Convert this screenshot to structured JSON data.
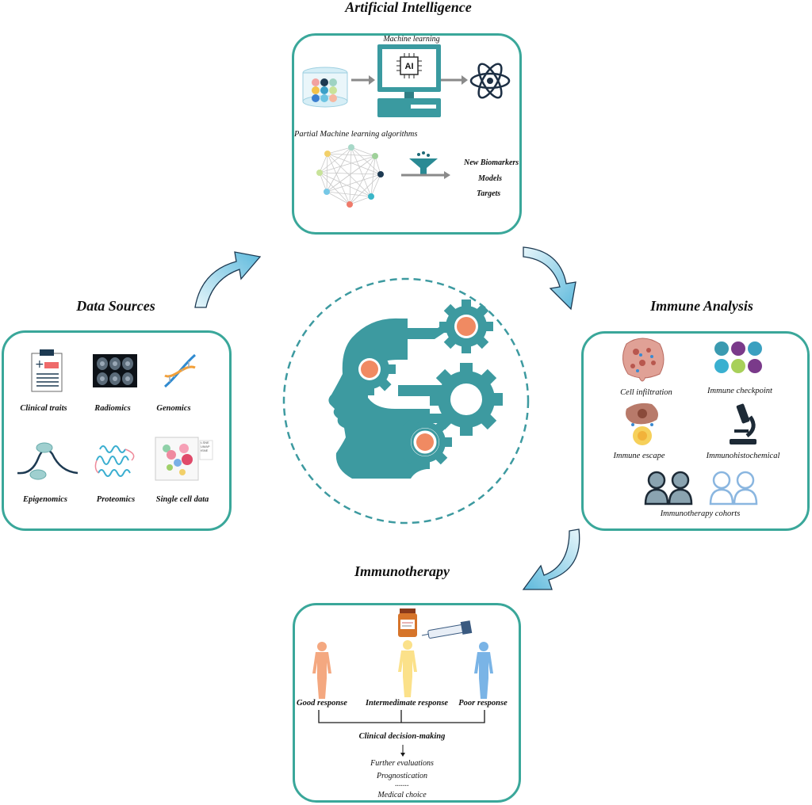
{
  "ai": {
    "title": "Artificial Intelligence",
    "ml_label": "Machine learning",
    "chip_label": "AI",
    "algo_label": "Partial Machine learning algorithms",
    "outputs": [
      "New Biomarkers",
      "Models",
      "Targets"
    ]
  },
  "data_sources": {
    "title": "Data Sources",
    "items": [
      "Clinical traits",
      "Radiomics",
      "Genomics",
      "Epigenomics",
      "Proteomics",
      "Single cell data"
    ],
    "umap_text": [
      "t-SNE",
      "UMAP",
      "tSNE"
    ]
  },
  "immune": {
    "title": "Immune Analysis",
    "items": [
      "Cell infiltration",
      "Immune checkpoint",
      "Immune escape",
      "Immunohistochemical",
      "Immunotherapy cohorts"
    ]
  },
  "immunotherapy": {
    "title": "Immunotherapy",
    "responses": [
      "Good response",
      "Intermedimate response",
      "Poor response"
    ],
    "decision": "Clinical decision-making",
    "followups": [
      "Further evaluations",
      "Prognostication",
      ".......",
      "Medical choice"
    ]
  },
  "colors": {
    "panel_border": "#3aa79a",
    "head": "#3d9aa0",
    "gear_center": "#f08a62",
    "arrow": "#6fc3de"
  }
}
